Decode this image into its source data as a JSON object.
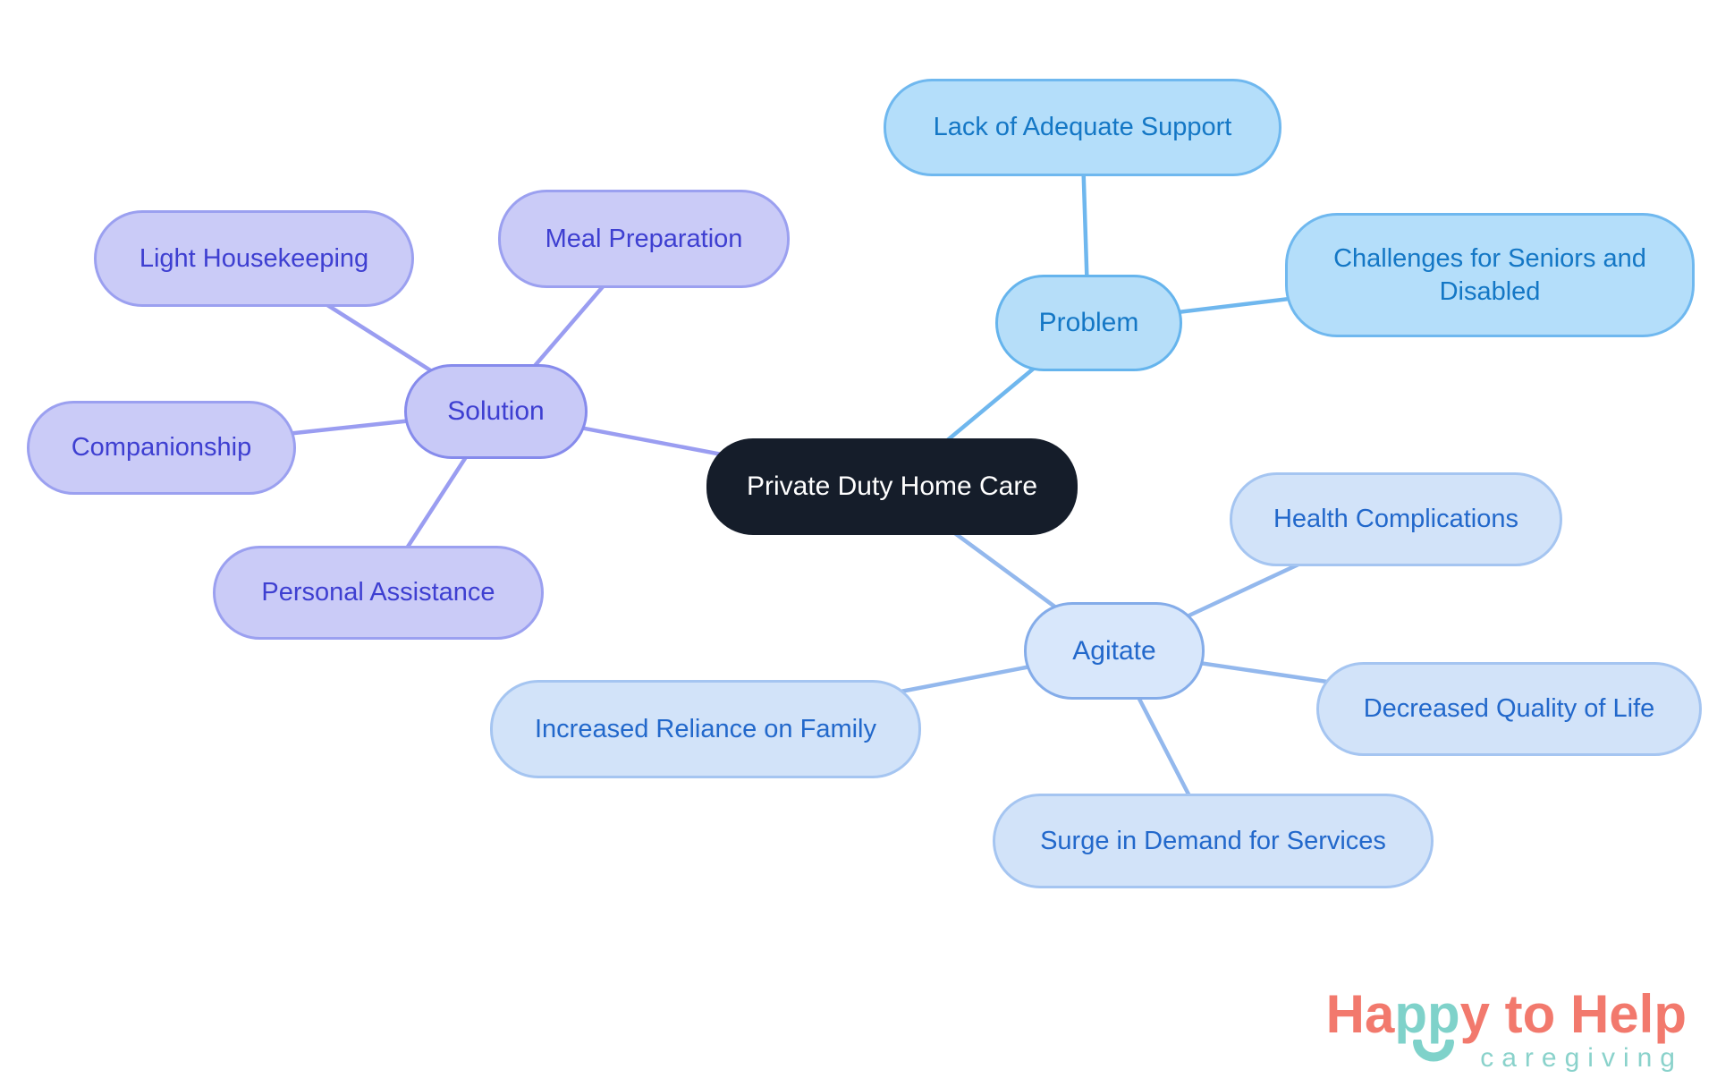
{
  "diagram": {
    "type": "mindmap",
    "central": {
      "label": "Private Duty Home Care"
    },
    "nodes": {
      "solution": "Solution",
      "light_housekeeping": "Light Housekeeping",
      "meal_preparation": "Meal Preparation",
      "companionship": "Companionship",
      "personal_assistance": "Personal Assistance",
      "problem": "Problem",
      "lack_support": "Lack of Adequate Support",
      "challenges": "Challenges for Seniors and Disabled",
      "agitate": "Agitate",
      "health_complications": "Health Complications",
      "decreased_quality": "Decreased Quality of Life",
      "increased_reliance": "Increased Reliance on Family",
      "surge_demand": "Surge in Demand for Services"
    },
    "edges": [
      [
        "central",
        "solution"
      ],
      [
        "solution",
        "light_housekeeping"
      ],
      [
        "solution",
        "meal_preparation"
      ],
      [
        "solution",
        "companionship"
      ],
      [
        "solution",
        "personal_assistance"
      ],
      [
        "central",
        "problem"
      ],
      [
        "problem",
        "lack_support"
      ],
      [
        "problem",
        "challenges"
      ],
      [
        "central",
        "agitate"
      ],
      [
        "agitate",
        "health_complications"
      ],
      [
        "agitate",
        "decreased_quality"
      ],
      [
        "agitate",
        "increased_reliance"
      ],
      [
        "agitate",
        "surge_demand"
      ]
    ],
    "colors": {
      "central_fill": "#151d2a",
      "central_text": "#ffffff",
      "solution_fill": "#c9caf7",
      "solution_border": "#868bec",
      "solution_text": "#3e3fd1",
      "solution_edge": "#9a9df1",
      "problem_fill": "#b5def9",
      "problem_border": "#65b4ed",
      "problem_text": "#1477c5",
      "problem_edge": "#6fb7ee",
      "agitate_fill": "#d5e5fa",
      "agitate_border": "#84ace9",
      "agitate_text": "#2268cb",
      "agitate_edge": "#93b8ed"
    }
  },
  "logo": {
    "title_part1": "Ha",
    "title_part2": "pp",
    "title_part3": "y to Help",
    "subtitle": "caregiving",
    "coral": "#f2796d",
    "teal": "#7fd2ca"
  }
}
